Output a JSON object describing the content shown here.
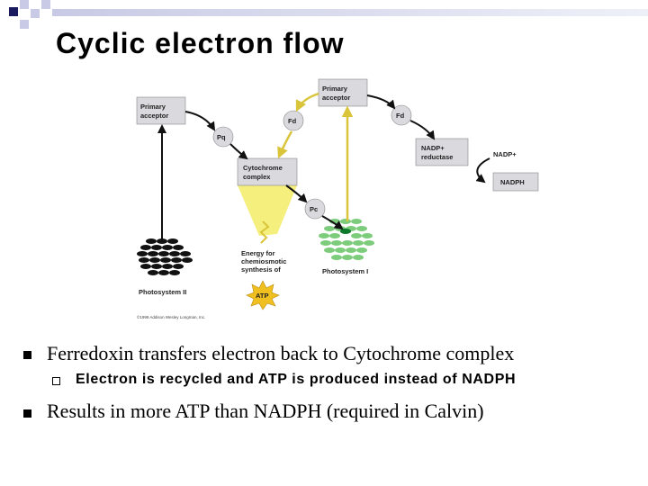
{
  "slide": {
    "title": "Cyclic electron flow"
  },
  "diagram": {
    "labels": {
      "primary_acceptor_left": [
        "Primary",
        "acceptor"
      ],
      "primary_acceptor_right": [
        "Primary",
        "acceptor"
      ],
      "pq": "Pq",
      "fd_mid": "Fd",
      "fd_right": "Fd",
      "cytochrome": [
        "Cytochrome",
        "complex"
      ],
      "pc": "Pc",
      "nadp_reductase": [
        "NADP+",
        "reductase"
      ],
      "nadp_plus": "NADP+",
      "nadph": "NADPH",
      "energy": [
        "Energy for",
        "chemiosmotic",
        "synthesis of"
      ],
      "atp": "ATP",
      "ps2": "Photosystem II",
      "ps1": "Photosystem I",
      "copyright": "©1999 Addison Wesley Longman, Inc."
    },
    "colors": {
      "box_fill": "#d9d9de",
      "arrow": "#111111",
      "yellow_arrow": "#e8d64a",
      "green": "#7ccc7c",
      "dark_green": "#0a7a2a",
      "atp_star": "#f0c020",
      "beam": "#f3ec66"
    }
  },
  "bullets": [
    {
      "text": "Ferredoxin transfers electron back to Cytochrome complex",
      "sub": [
        "Electron is recycled and ATP is produced instead of NADPH"
      ]
    },
    {
      "text": "Results in more ATP than NADPH (required in Calvin)",
      "sub": []
    }
  ]
}
